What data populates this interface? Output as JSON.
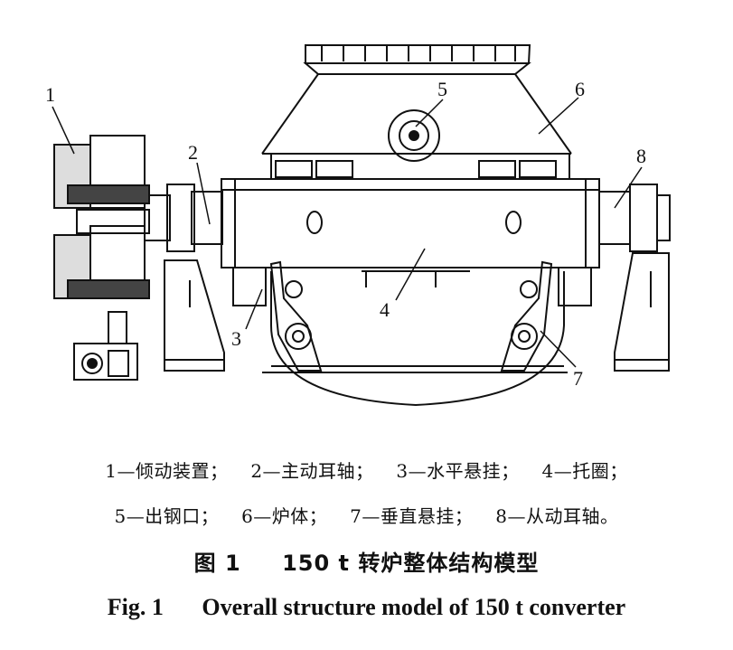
{
  "figure": {
    "callouts": [
      "1",
      "2",
      "3",
      "4",
      "5",
      "6",
      "7",
      "8"
    ]
  },
  "legend": {
    "line1": [
      "1—倾动装置；",
      "2—主动耳轴；",
      "3—水平悬挂；",
      "4—托圈；"
    ],
    "line2": [
      "5—出钢口；",
      "6—炉体；",
      "7—垂直悬挂；",
      "8—从动耳轴。"
    ]
  },
  "caption": {
    "cn_label": "图 1",
    "cn_title": "150 t 转炉整体结构模型",
    "en_label": "Fig. 1",
    "en_title": "Overall structure model of 150 t converter"
  }
}
